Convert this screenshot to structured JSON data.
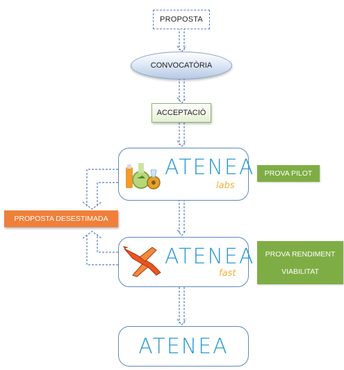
{
  "nodes": {
    "proposta": "PROPOSTA",
    "convocatoria": "CONVOCATÒRIA",
    "acceptacio": "ACCEPTACIÓ",
    "proposta_desestimada": "PROPOSTA DESESTIMADA"
  },
  "atenea_labs": {
    "brand": "ATENEA",
    "sub": "labs",
    "icon": "lab-flasks-icon"
  },
  "atenea_fast": {
    "brand": "ATENEA",
    "sub": "fast",
    "icon": "airplane-icon"
  },
  "atenea_final": {
    "brand": "ATENEA"
  },
  "labels": {
    "prova_pilot": "PROVA PILOT",
    "prova_rendiment": "PROVA RENDIMENT",
    "viabilitat": "VIABILITAT"
  },
  "colors": {
    "arrow": "#5b7fbf",
    "green_badge": "#7fad45",
    "orange_badge": "#f07f3a",
    "brand_blue": "#2a9ad3",
    "brand_sub": "#f2b13a"
  }
}
